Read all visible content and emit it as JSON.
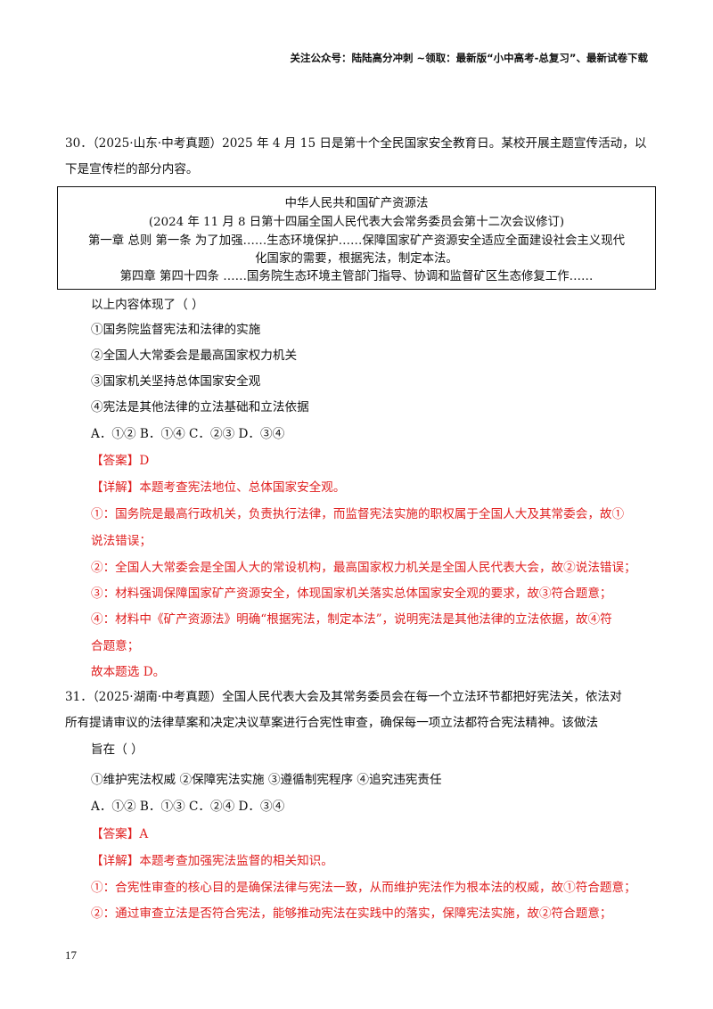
{
  "header": {
    "text": "关注公众号：陆陆高分冲刺 ~领取：最新版“小中高考-总复习”、最新试卷下载"
  },
  "q30": {
    "line1": "30．（2025·山东·中考真题）2025 年 4 月 15 日是第十个全民国家安全教育日。某校开展主题宣传活动，以",
    "line2": "下是宣传栏的部分内容。",
    "box": {
      "title": "中华人民共和国矿产资源法",
      "subtitle": "(2024 年 11 月 8 日第十四届全国人民代表大会常务委员会第十二次会议修订)",
      "line3": "第一章  总则  第一条   为了加强……生态环境保护……保障国家矿产资源安全适应全面建设社会主义现代",
      "line4": "化国家的需要，根据宪法，制定本法。",
      "line5": "第四章  第四十四条  ……国务院生态环境主管部门指导、协调和监督矿区生态修复工作……"
    },
    "stem": "以上内容体现了（ ）",
    "opt1": "①国务院监督宪法和法律的实施",
    "opt2": "②全国人大常委会是最高国家权力机关",
    "opt3": "③国家机关坚持总体国家安全观",
    "opt4": "④宪法是其他法律的立法基础和立法依据",
    "choices": "A．①② B．①④ C．②③ D．③④",
    "answer": "【答案】D",
    "detail": "【详解】本题考查宪法地位、总体国家安全观。",
    "e1a": "①：国务院是最高行政机关，负责执行法律，而监督宪法实施的职权属于全国人大及其常委会，故①",
    "e1b": "说法错误；",
    "e2": "②：全国人大常委会是全国人大的常设机构，最高国家权力机关是全国人民代表大会，故②说法错误；",
    "e3": "③：材料强调保障国家矿产资源安全，体现国家机关落实总体国家安全观的要求，故③符合题意；",
    "e4a": "④：材料中《矿产资源法》明确“根据宪法，制定本法”，说明宪法是其他法律的立法依据，故④符",
    "e4b": "合题意；",
    "conclusion": "故本题选 D。"
  },
  "q31": {
    "line1": "31．（2025·湖南·中考真题）全国人民代表大会及其常务委员会在每一个立法环节都把好宪法关，依法对",
    "line2": "所有提请审议的法律草案和决定决议草案进行合宪性审查，确保每一项立法都符合宪法精神。该做法",
    "line3": "旨在（ ）",
    "options": "①维护宪法权威  ②保障宪法实施  ③遵循制宪程序  ④追究违宪责任",
    "choices": "A．①② B．①③ C．②④ D．③④",
    "answer": "【答案】A",
    "detail": "【详解】本题考查加强宪法监督的相关知识。",
    "e1": "①：合宪性审查的核心目的是确保法律与宪法一致，从而维护宪法作为根本法的权威，故①符合题意；",
    "e2": "②：通过审查立法是否符合宪法，能够推动宪法在实践中的落实，保障宪法实施，故②符合题意；"
  },
  "page_number": "17"
}
